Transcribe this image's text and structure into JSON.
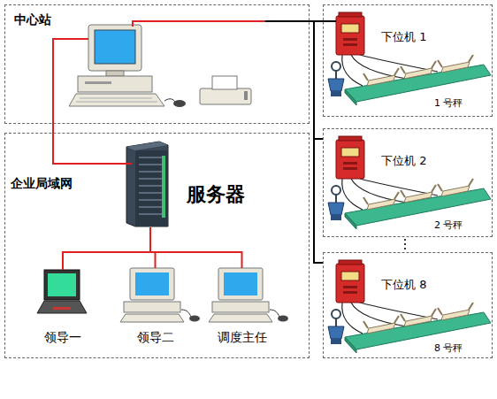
{
  "diagram": {
    "nodes": [
      {
        "text": [
          "中心站"
        ]
      },
      {
        "text": [
          "企业局域网"
        ]
      },
      {
        "text": [
          "服务器"
        ],
        "in": 1
      },
      {
        "text": [
          "领导一"
        ],
        "in": 1
      },
      {
        "text": [
          "领导二"
        ],
        "in": 1
      },
      {
        "text": [
          "调度主任"
        ],
        "in": 1
      },
      {
        "text": [
          "下位机 1",
          "1 号秤"
        ]
      },
      {
        "text": [
          "下位机 2",
          "2 号秤"
        ]
      },
      {
        "text": [
          "下位机 8",
          "8 号秤"
        ]
      }
    ],
    "edges": [
      {
        "from": 0,
        "to": 6,
        "arrow": "none"
      },
      {
        "from": 0,
        "to": 7,
        "arrow": "none"
      },
      {
        "from": 0,
        "to": 8,
        "arrow": "none"
      },
      {
        "from": 0,
        "to": 2,
        "arrow": "none"
      },
      {
        "from": 2,
        "to": 3,
        "arrow": "none"
      },
      {
        "from": 2,
        "to": 4,
        "arrow": "none"
      },
      {
        "from": 2,
        "to": 5,
        "arrow": "none"
      }
    ]
  }
}
